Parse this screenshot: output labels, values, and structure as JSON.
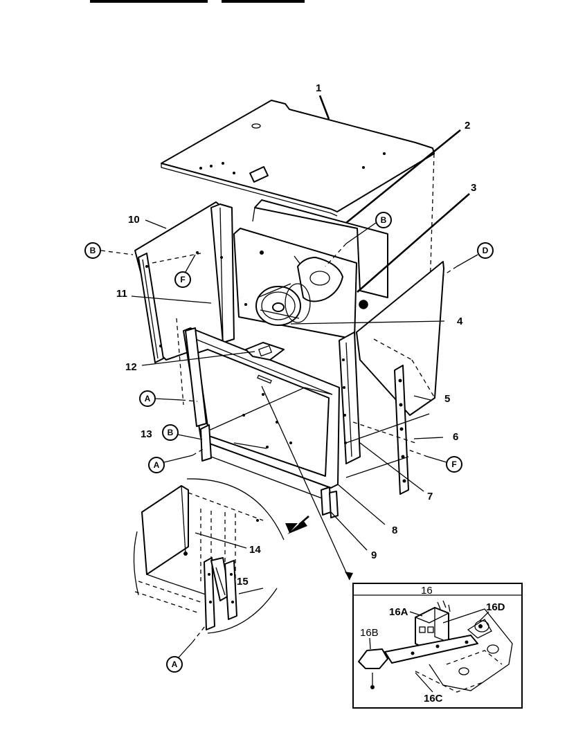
{
  "header": {
    "top_text_left": "",
    "top_text_right": ""
  },
  "part_labels": {
    "p1": "1",
    "p2": "2",
    "p3": "3",
    "p4": "4",
    "p5": "5",
    "p6": "6",
    "p7": "7",
    "p8": "8",
    "p9": "9",
    "p10": "10",
    "p11": "11",
    "p12": "12",
    "p13": "13",
    "p14": "14",
    "p15": "15",
    "p16": "16",
    "p16a": "16A",
    "p16b": "16B",
    "p16c": "16C",
    "p16d": "16D"
  },
  "callouts": {
    "A": "A",
    "B": "B",
    "D": "D",
    "F": "F"
  }
}
